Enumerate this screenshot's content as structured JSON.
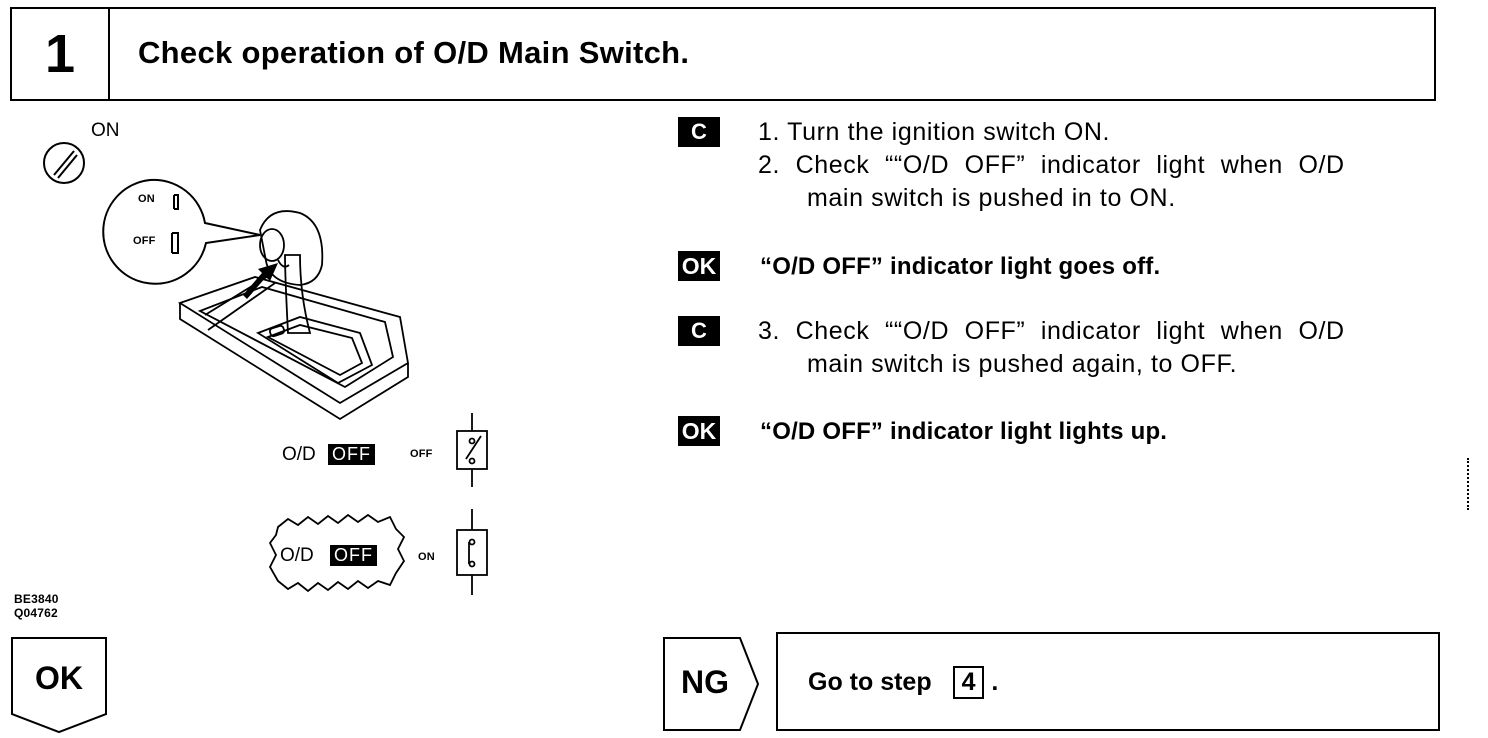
{
  "header": {
    "step_number": "1",
    "title": "Check operation of O/D Main Switch."
  },
  "figure": {
    "ignition_label": "ON",
    "zoom_on": "ON",
    "zoom_off": "OFF",
    "row1_od": "O/D",
    "row1_off_box": "OFF",
    "row1_state": "OFF",
    "row2_od": "O/D",
    "row2_off_box": "OFF",
    "row2_state": "ON",
    "code1": "BE3840",
    "code2": "Q04762"
  },
  "steps": {
    "badge_c": "C",
    "badge_ok": "OK",
    "step1": "1.  Turn the ignition switch ON.",
    "step2a": "2.  Check ““O/D OFF” indicator light when O/D",
    "step2b": "main switch is pushed in to ON.",
    "result1": "“O/D OFF” indicator light goes off.",
    "step3a": "3.  Check ““O/D OFF” indicator light when O/D",
    "step3b": "main switch is pushed again, to OFF.",
    "result2": "“O/D OFF” indicator light lights up."
  },
  "footer": {
    "ok_label": "OK",
    "ng_label": "NG",
    "goto_text": "Go to step",
    "goto_step": "4",
    "goto_end": "."
  }
}
